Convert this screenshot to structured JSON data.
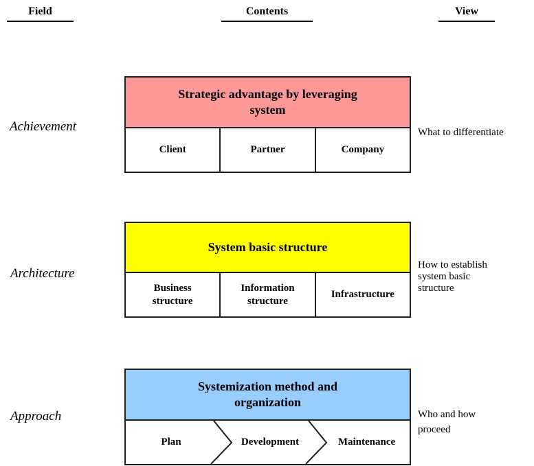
{
  "columns": {
    "field": "Field",
    "contents": "Contents",
    "view": "View"
  },
  "colors": {
    "achievement_header_bg": "#ff9999",
    "architecture_header_bg": "#ffff00",
    "approach_header_bg": "#99ccff",
    "border": "#1f1f1f",
    "background": "#ffffff"
  },
  "rows": [
    {
      "field": "Achievement",
      "header": "Strategic advantage by leveraging\nsystem",
      "cells": [
        "Client",
        "Partner",
        "Company"
      ],
      "view": "What to differentiate"
    },
    {
      "field": "Architecture",
      "header": "System basic structure",
      "cells": [
        "Business\nstructure",
        "Information\nstructure",
        "Infrastructure"
      ],
      "view": "How to establish\nsystem basic\nstructure"
    },
    {
      "field": "Approach",
      "header": "Systemization method and\norganization",
      "cells": [
        "Plan",
        "Development",
        "Maintenance"
      ],
      "view": "Who and how\nproceed"
    }
  ]
}
